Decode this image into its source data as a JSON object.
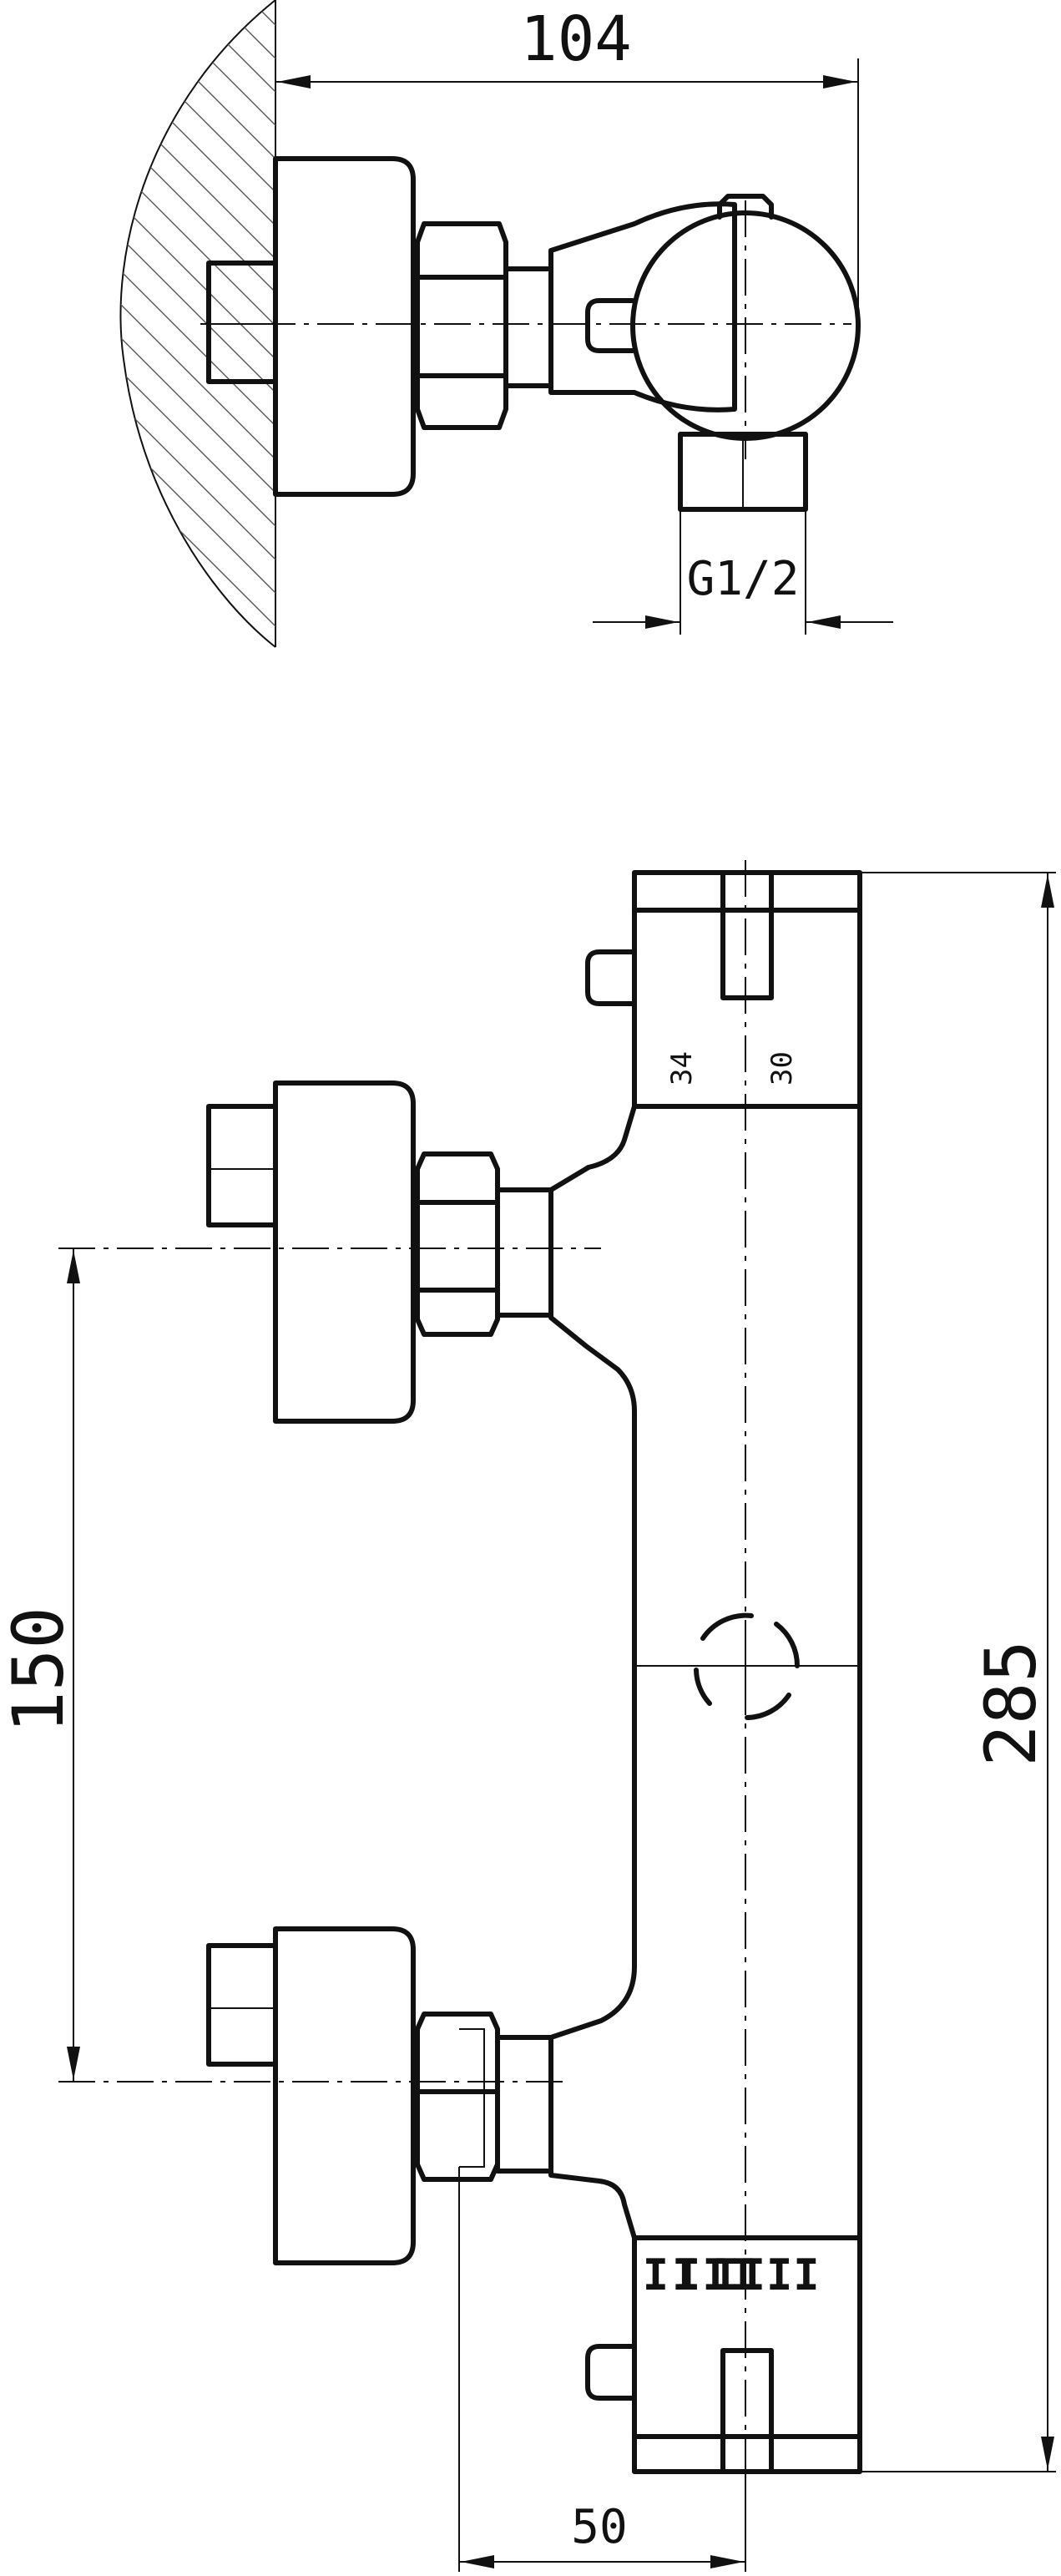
{
  "dimensions": {
    "depth": "104",
    "connection_thread": "G1/2",
    "inlet_spacing": "150",
    "body_length": "285",
    "axis_offset": "50"
  },
  "handle_scale": {
    "left_value": "34",
    "right_value": "30"
  },
  "temperature_marks": {
    "first": "II",
    "second": "III",
    "third": "IIII"
  }
}
